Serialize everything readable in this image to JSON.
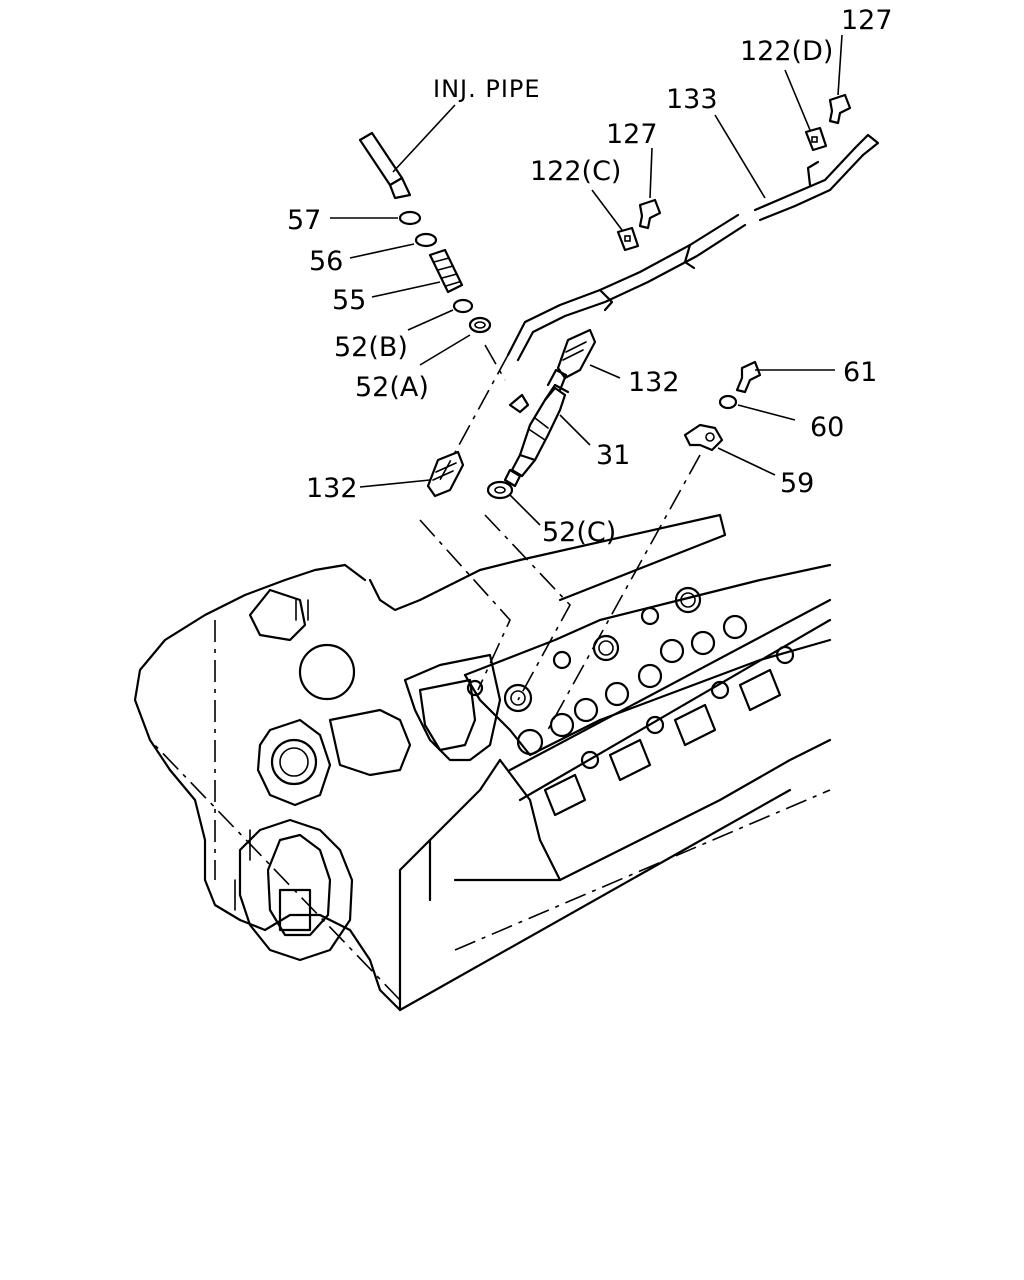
{
  "labels": {
    "inj_pipe": "INJ. PIPE",
    "p57": "57",
    "p56": "56",
    "p55": "55",
    "p52b": "52(B)",
    "p52a": "52(A)",
    "p132a": "132",
    "p132b": "132",
    "p31": "31",
    "p52c": "52(C)",
    "p61": "61",
    "p60": "60",
    "p59": "59",
    "p133": "133",
    "p127a": "127",
    "p127b": "127",
    "p122c": "122(C)",
    "p122d": "122(D)"
  }
}
